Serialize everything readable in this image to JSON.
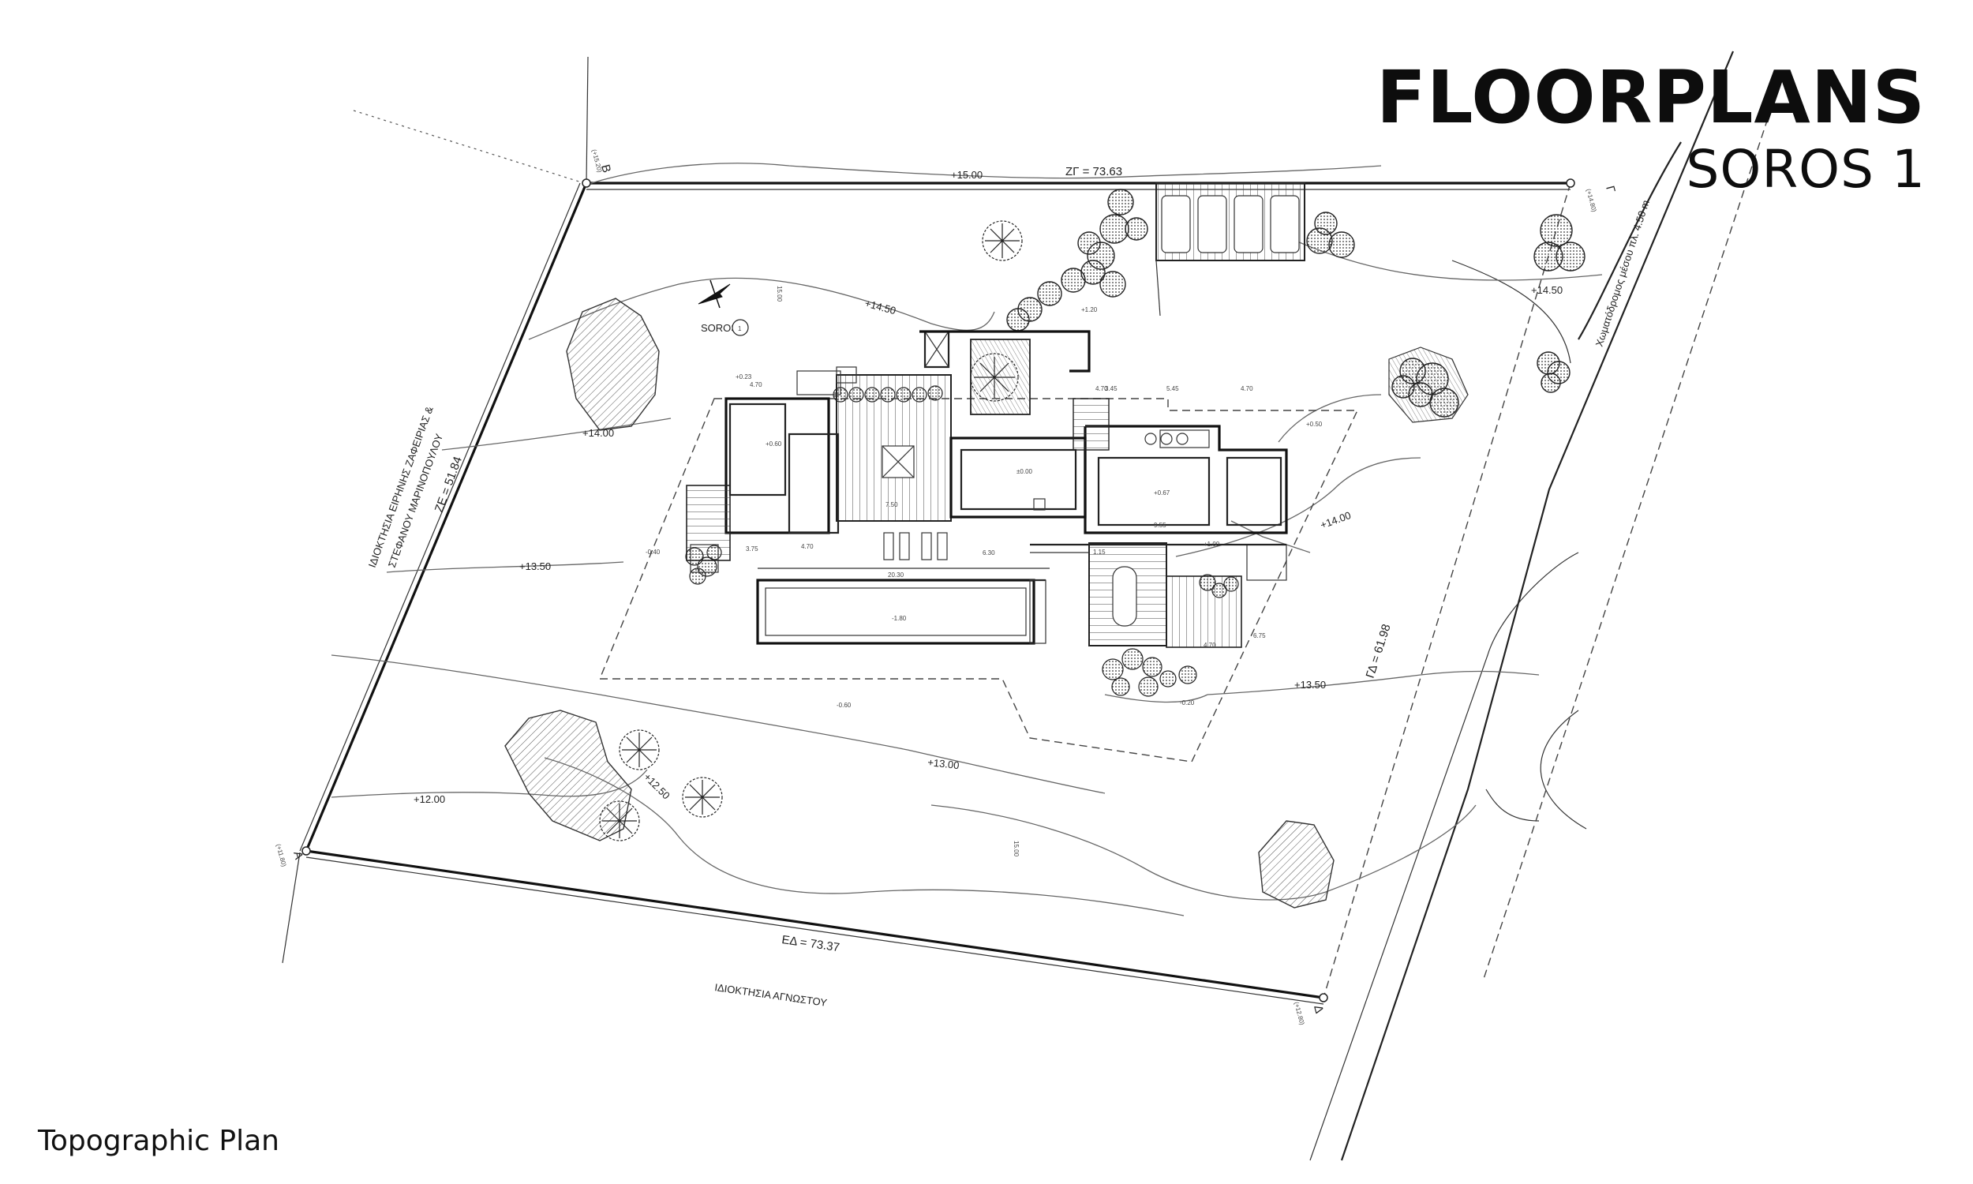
{
  "title": "FLOORPLANS",
  "subtitle": "SOROS 1",
  "caption": "Topographic Plan",
  "plot_name": "SOROS",
  "plot_number": "1",
  "corners": {
    "a": "A",
    "a_elev": "(+11.80)",
    "b": "B",
    "b_elev": "(+15.20)",
    "g": "Γ",
    "g_elev": "(+14.80)",
    "d": "Δ",
    "d_elev": "(+12.80)"
  },
  "boundaries": {
    "zg": "ΖΓ = 73.63",
    "ze": "ΖΕ = 51.84",
    "ed": "ΕΔ = 73.37",
    "gd": "ΓΔ = 61.98"
  },
  "neighbors": {
    "west_line1": "ΙΔΙΟΚΤΗΣΙΑ ΕΙΡΗΝΗΣ ΖΑΦΕΙΡΙΑΣ &",
    "west_line2": "ΣΤΕΦΑΝΟΥ ΜΑΡΙΝΟΠΟΥΛΟΥ",
    "south": "ΙΔΙΟΚΤΗΣΙΑ ΑΓΝΩΣΤΟΥ",
    "road": "Χωματόδρομος μέσου πλ. 4.50 m"
  },
  "contours": {
    "c15": "+15.00",
    "c1450a": "+14.50",
    "c1450b": "+14.50",
    "c14a": "+14.00",
    "c14b": "+14.00",
    "c1350a": "+13.50",
    "c1350b": "+13.50",
    "c13": "+13.00",
    "c1250": "+12.50",
    "c12": "+12.00"
  },
  "dimensions": {
    "pool_len": "20.30",
    "d1": "6.30",
    "d2": "7.50",
    "d3": "4.70",
    "d4": "4.70",
    "d5": "4.70",
    "d6": "5.45",
    "d7": "4.70",
    "d8": "9.55",
    "d9": "3.75",
    "d10": "4.70",
    "d11": "6.75",
    "d12": "15.00",
    "d13": "15.00",
    "d14": "1.15",
    "d15": "3.45"
  },
  "levels": {
    "pool": "-1.80",
    "l1": "±0.00",
    "l2": "+0.60",
    "l3": "+0.67",
    "l4": "+1.00",
    "l5": "-0.40",
    "l6": "-0.60",
    "l7": "-0.20",
    "l8": "+0.23",
    "l9": "+0.50",
    "l10": "+1.20"
  }
}
